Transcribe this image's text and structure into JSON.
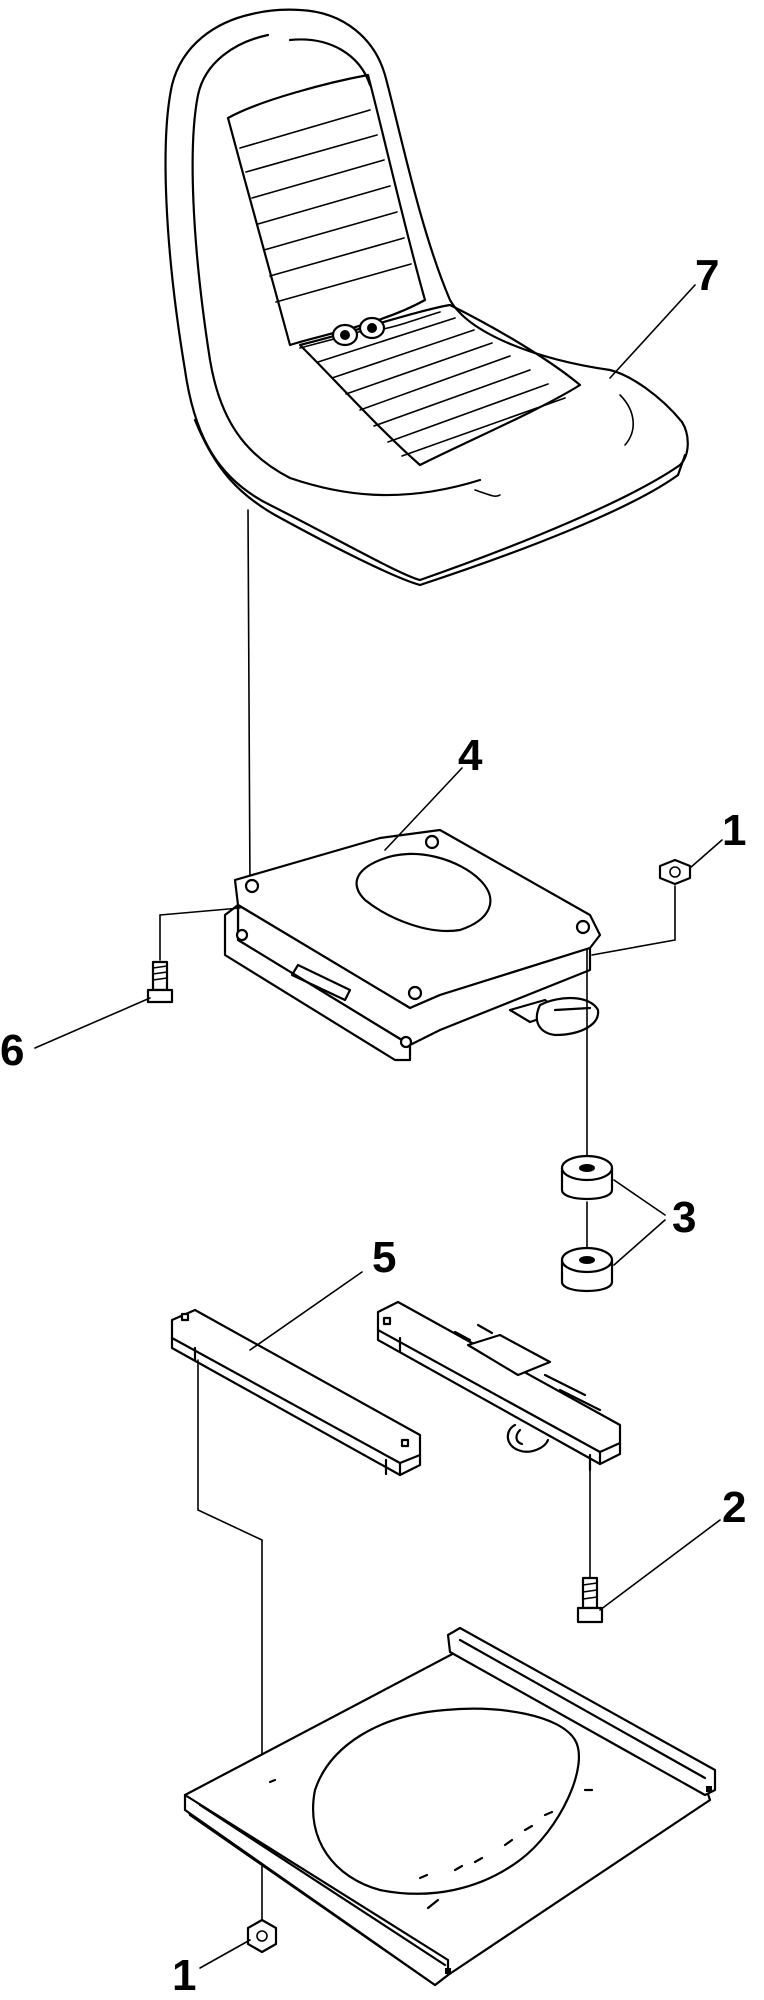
{
  "callouts": {
    "seat": "7",
    "seat_pan": "4",
    "nut_top": "1",
    "bolt_left": "6",
    "spacers": "3",
    "slide_rail": "5",
    "bolt_right": "2",
    "nut_bottom": "1"
  },
  "colors": {
    "line": "#000000",
    "background": "#ffffff"
  }
}
